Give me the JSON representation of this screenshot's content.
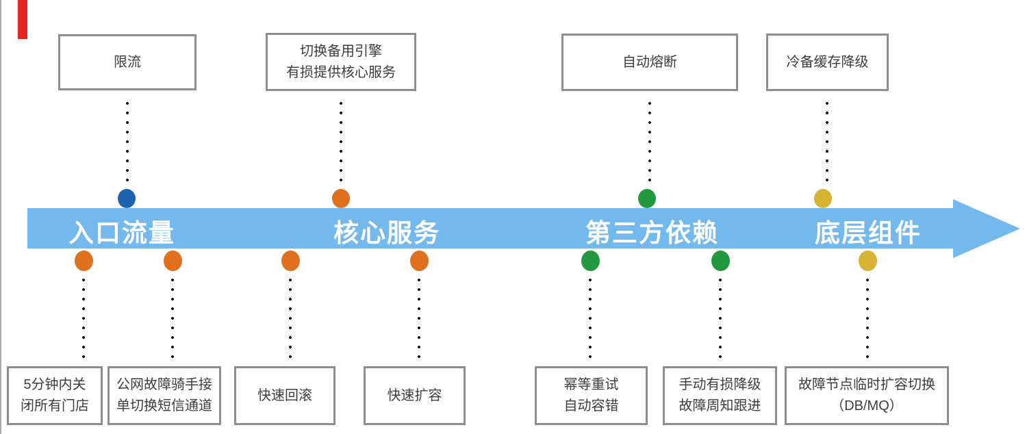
{
  "colors": {
    "arrow_band": "#74b9ed",
    "dot_blue": "#1d63af",
    "dot_orange": "#e0701e",
    "dot_green": "#23993f",
    "dot_yellow": "#d8b233",
    "box_border": "#8e8e8e",
    "red_marker": "#e5261f"
  },
  "arrow_stages": [
    {
      "label": "入口流量"
    },
    {
      "label": "核心服务"
    },
    {
      "label": "第三方依赖"
    },
    {
      "label": "底层组件"
    }
  ],
  "top_strategies": [
    {
      "lines": [
        "限流"
      ]
    },
    {
      "lines": [
        "切换备用引擎",
        "有损提供核心服务"
      ]
    },
    {
      "lines": [
        "自动熔断"
      ]
    },
    {
      "lines": [
        "冷备缓存降级"
      ]
    }
  ],
  "bottom_strategies": [
    {
      "lines": [
        "5分钟内关",
        "闭所有门店"
      ]
    },
    {
      "lines": [
        "公网故障骑手接",
        "单切换短信通道"
      ]
    },
    {
      "lines": [
        "快速回滚"
      ]
    },
    {
      "lines": [
        "快速扩容"
      ]
    },
    {
      "lines": [
        "幂等重试",
        "自动容错"
      ]
    },
    {
      "lines": [
        "手动有损降级",
        "故障周知跟进"
      ]
    },
    {
      "lines": [
        "故障节点临时扩容切换",
        "（DB/MQ）"
      ]
    }
  ]
}
